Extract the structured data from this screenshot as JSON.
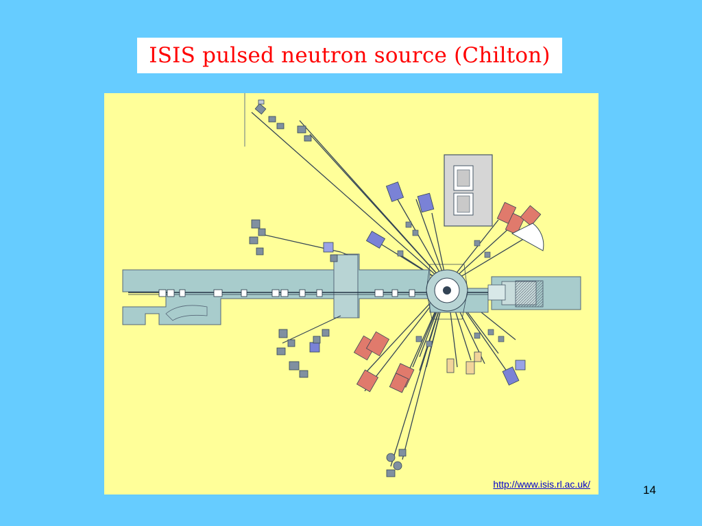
{
  "slide": {
    "title": "ISIS pulsed neutron source (Chilton)",
    "url": "http://www.isis.rl.ac.uk/",
    "page_number": "14"
  },
  "colors": {
    "background": "#66ccff",
    "title_text": "#ff0000",
    "figure_background": "#ffff99",
    "hall": "#a8cccc",
    "instrument_blue": "#7a82d6",
    "instrument_red": "#e07a6c",
    "instrument_tan": "#f2d49a",
    "link": "#0000cc"
  }
}
